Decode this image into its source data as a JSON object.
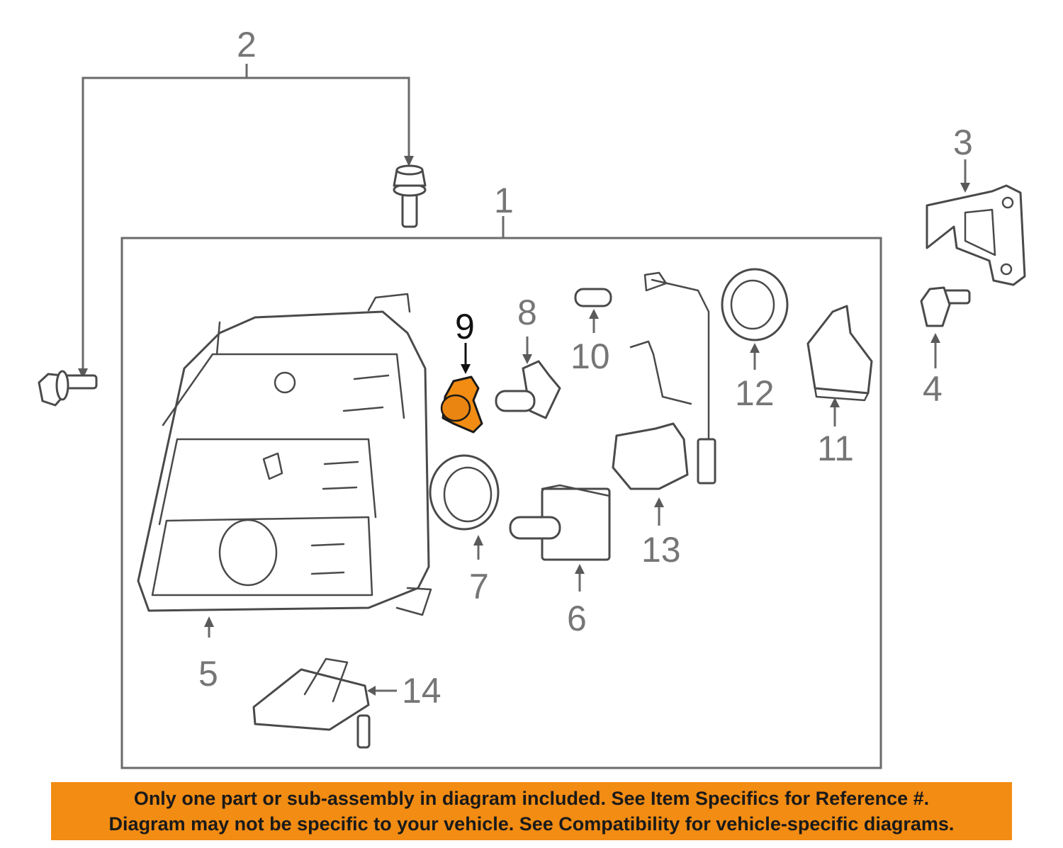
{
  "diagram": {
    "callouts": [
      {
        "id": "1",
        "label": "1"
      },
      {
        "id": "2",
        "label": "2"
      },
      {
        "id": "3",
        "label": "3"
      },
      {
        "id": "4",
        "label": "4"
      },
      {
        "id": "5",
        "label": "5"
      },
      {
        "id": "6",
        "label": "6"
      },
      {
        "id": "7",
        "label": "7"
      },
      {
        "id": "8",
        "label": "8"
      },
      {
        "id": "9",
        "label": "9",
        "highlighted": true
      },
      {
        "id": "10",
        "label": "10"
      },
      {
        "id": "11",
        "label": "11"
      },
      {
        "id": "12",
        "label": "12"
      },
      {
        "id": "13",
        "label": "13"
      },
      {
        "id": "14",
        "label": "14"
      }
    ],
    "highlight_color": "#f28c13"
  },
  "banner": {
    "line1": "Only one part or sub-assembly in diagram included. See Item Specifics for Reference #.",
    "line2": "Diagram may not be specific to your vehicle. See Compatibility for vehicle-specific diagrams.",
    "background": "#f28c13"
  }
}
